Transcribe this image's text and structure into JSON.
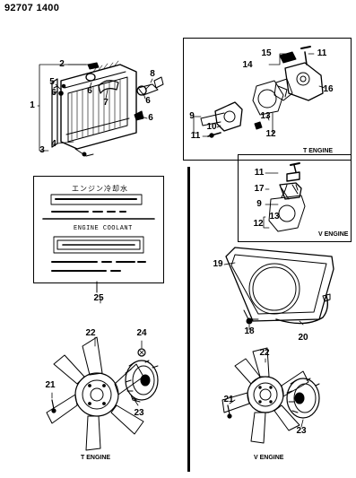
{
  "doc_id": "92707 1400",
  "captions": {
    "t_engine_upper": "T ENGINE",
    "v_engine_upper": "V ENGINE",
    "t_engine_lower": "T ENGINE",
    "v_engine_lower": "V ENGINE"
  },
  "label_text": {
    "japanese": "エンジン冷却水",
    "english": "ENGINE COOLANT"
  },
  "callouts": {
    "c1": "1",
    "c2": "2",
    "c3": "3",
    "c4": "4",
    "c5": "5",
    "c6a": "6",
    "c6b": "6",
    "c6c": "6",
    "c7": "7",
    "c8": "8",
    "c9a": "9",
    "c9b": "9",
    "c10": "10",
    "c11a": "11",
    "c11b": "11",
    "c11c": "11",
    "c12a": "12",
    "c12b": "12",
    "c13a": "13",
    "c13b": "13",
    "c14": "14",
    "c15": "15",
    "c16": "16",
    "c17": "17",
    "c18": "18",
    "c19": "19",
    "c20": "20",
    "c21a": "21",
    "c21b": "21",
    "c22a": "22",
    "c22b": "22",
    "c23a": "23",
    "c23b": "23",
    "c24": "24",
    "c25": "25"
  }
}
